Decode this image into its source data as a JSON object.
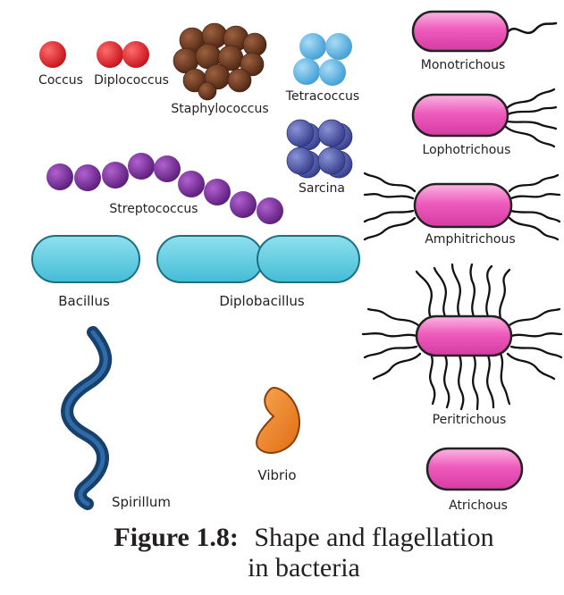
{
  "figure": {
    "number": "Figure 1.8:",
    "title_line1": "Shape and flagellation",
    "title_line2": "in bacteria"
  },
  "shapes": {
    "coccus": "Coccus",
    "diplococcus": "Diplococcus",
    "staphylococcus": "Staphylococcus",
    "tetracoccus": "Tetracoccus",
    "sarcina": "Sarcina",
    "streptococcus": "Streptococcus",
    "bacillus": "Bacillus",
    "diplobacillus": "Diplobacillus",
    "spirillum": "Spirillum",
    "vibrio": "Vibrio"
  },
  "flagellation": {
    "monotrichous": "Monotrichous",
    "lophotrichous": "Lophotrichous",
    "amphitrichous": "Amphitrichous",
    "peritrichous": "Peritrichous",
    "atrichous": "Atrichous"
  },
  "colors": {
    "coccus": "#e0242b",
    "staphylococcus": "#6e3b23",
    "tetracoccus": "#64b8e3",
    "sarcina": "#4d56a6",
    "streptococcus": "#7b2d98",
    "bacillus": "#5ccbe0",
    "spirillum": "#1d4f80",
    "vibrio": "#f07f22",
    "flagellated_cell": "#ee5cbc",
    "flagellum": "#111111"
  }
}
